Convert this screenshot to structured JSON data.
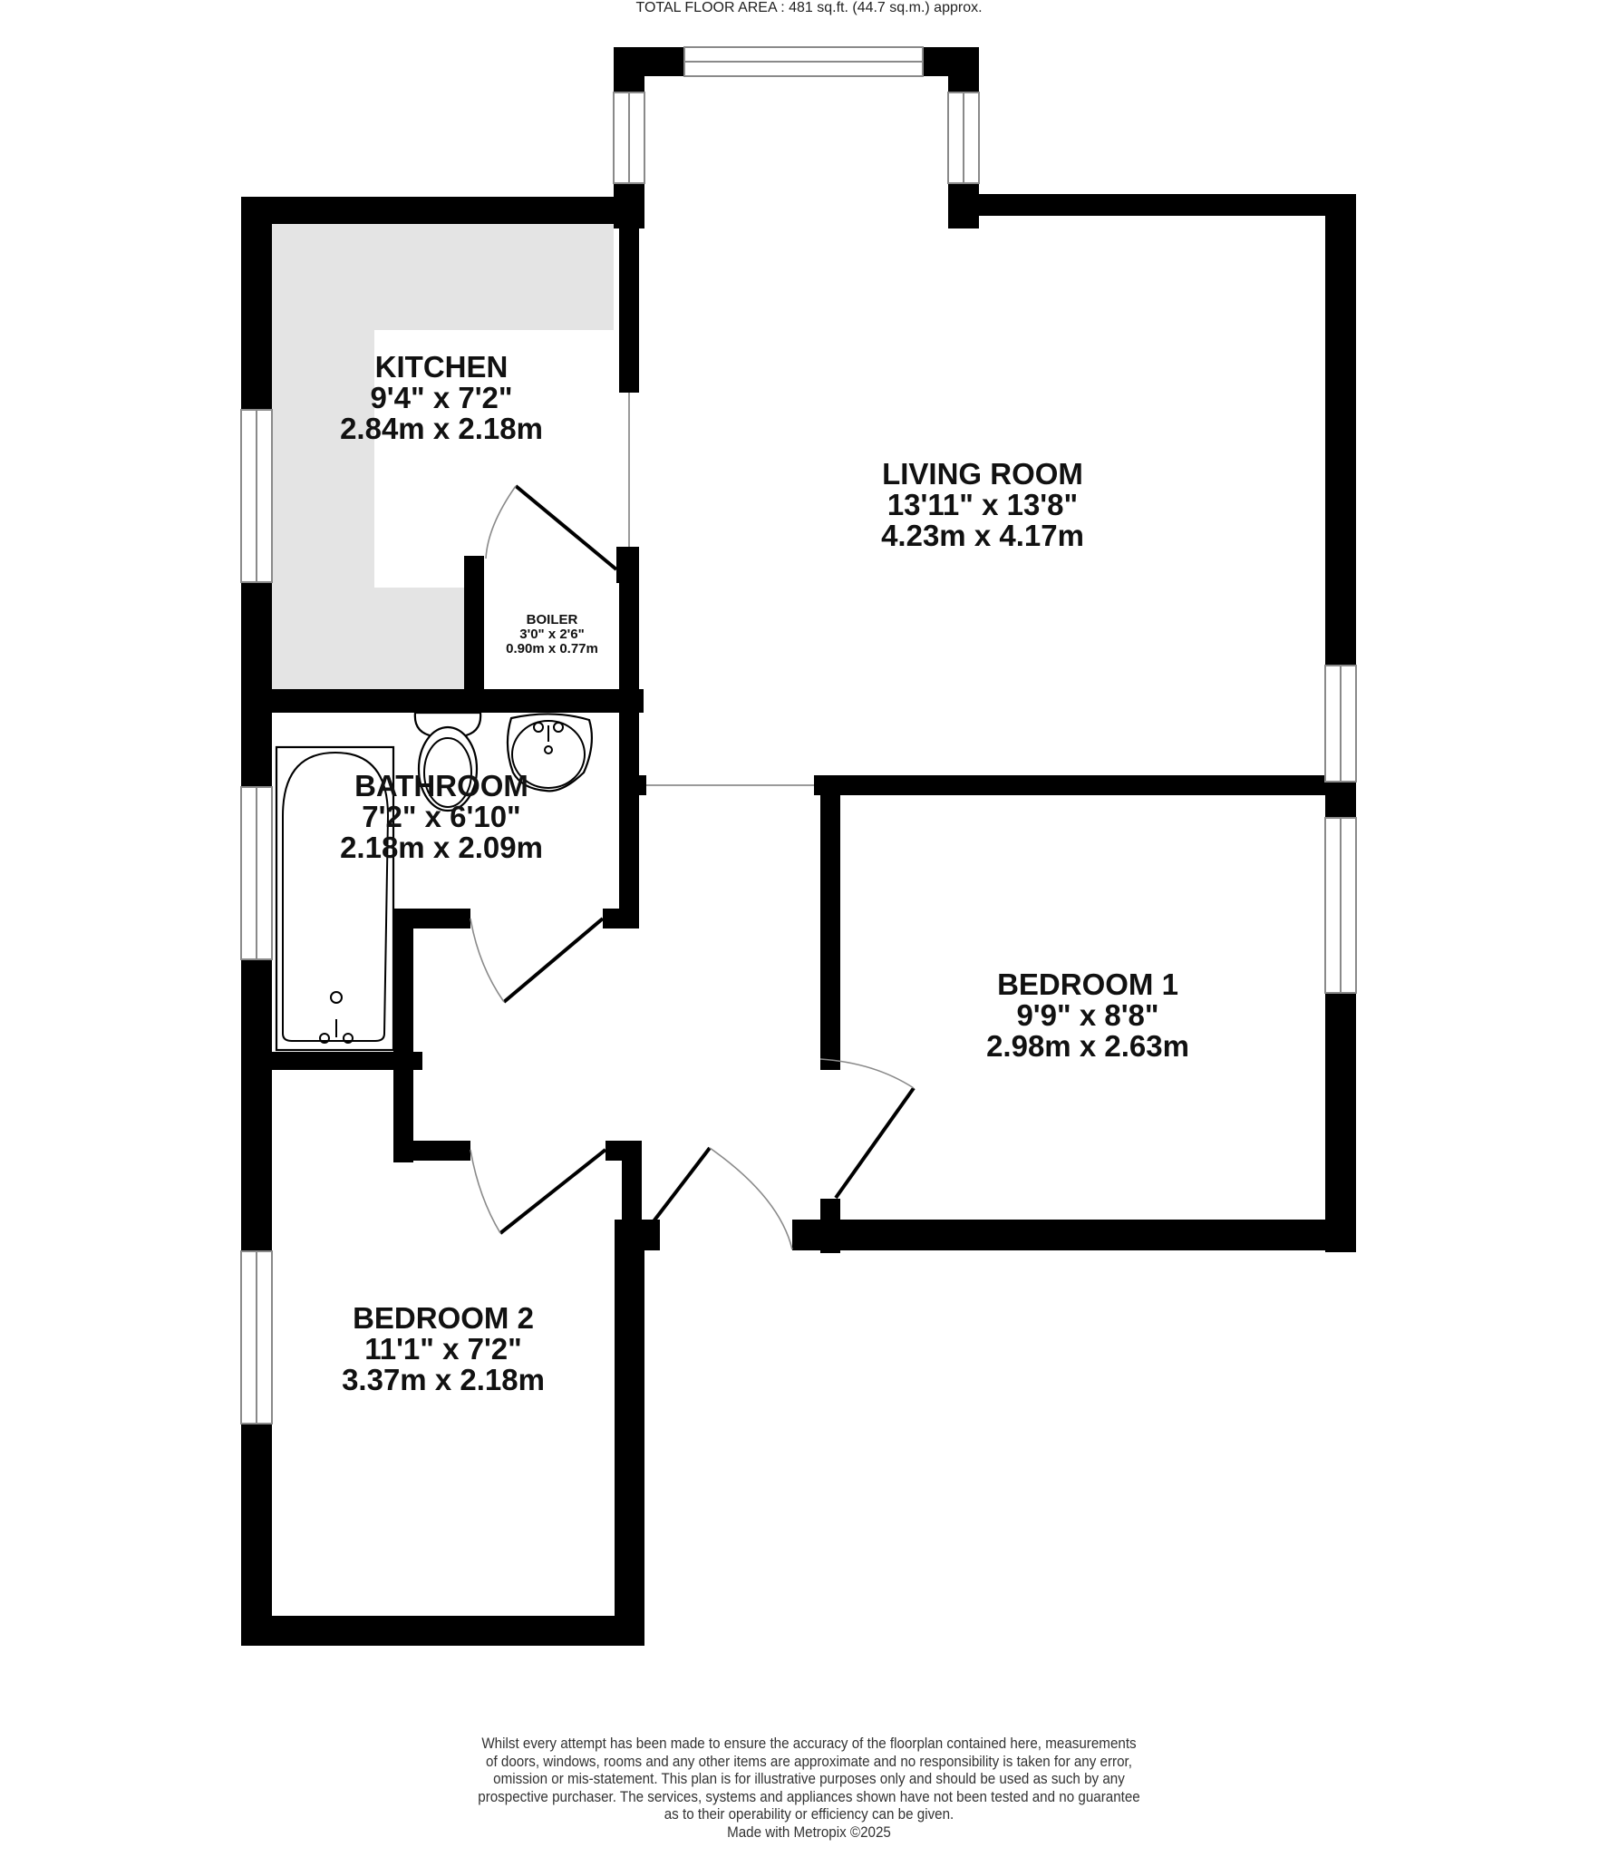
{
  "rooms": {
    "kitchen": {
      "name": "KITCHEN",
      "imperial": "9'4\"  x 7'2\"",
      "metric": "2.84m  x 2.18m"
    },
    "boiler": {
      "name": "BOILER",
      "imperial": "3'0\"  x 2'6\"",
      "metric": "0.90m  x 0.77m"
    },
    "living_room": {
      "name": "LIVING ROOM",
      "imperial": "13'11\"  x 13'8\"",
      "metric": "4.23m  x 4.17m"
    },
    "bathroom": {
      "name": "BATHROOM",
      "imperial": "7'2\"  x 6'10\"",
      "metric": "2.18m  x 2.09m"
    },
    "bedroom_1": {
      "name": "BEDROOM 1",
      "imperial": "9'9\"  x 8'8\"",
      "metric": "2.98m  x 2.63m"
    },
    "bedroom_2": {
      "name": "BEDROOM 2",
      "imperial": "11'1\"  x 7'2\"",
      "metric": "3.37m  x 2.18m"
    }
  },
  "footer": {
    "total_area": "TOTAL FLOOR AREA : 481 sq.ft. (44.7 sq.m.) approx.",
    "disclaimer_lines": [
      "Whilst every attempt has been made to ensure the accuracy of the floorplan contained here, measurements",
      "of doors, windows, rooms and any other items are approximate and no responsibility is taken for any error,",
      "omission or mis-statement. This plan is for illustrative purposes only and should be used as such by any",
      "prospective purchaser. The services, systems and appliances shown have not been tested and no guarantee",
      "as to their operability or efficiency can be given."
    ],
    "credit": "Made with Metropix ©2025"
  },
  "colors": {
    "wall": "#000000",
    "kitchen_worktop": "#e4e4e4",
    "window_frame": "#8a8a8a",
    "background": "#ffffff"
  }
}
